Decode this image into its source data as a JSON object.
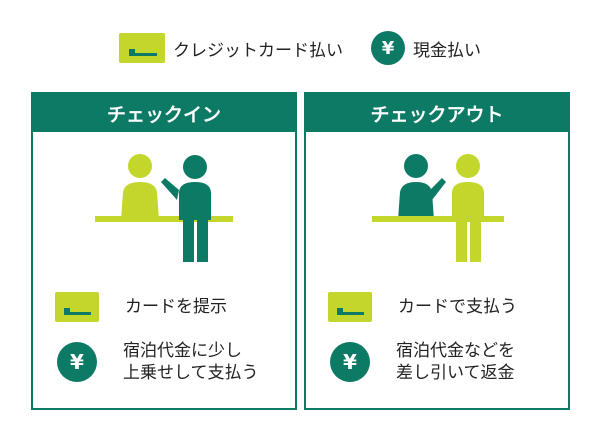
{
  "colors": {
    "green": "#0d7a66",
    "lime": "#c3d62b"
  },
  "legend": {
    "card": {
      "icon": "credit-card-icon",
      "label": "クレジットカード払い"
    },
    "cash": {
      "icon": "yen-coin-icon",
      "label": "現金払い"
    }
  },
  "checkin": {
    "title": "チェックイン",
    "card_text": "カードを提示",
    "cash_line1": "宿泊代金に少し",
    "cash_line2": "上乗せして支払う"
  },
  "checkout": {
    "title": "チェックアウト",
    "card_text": "カードで支払う",
    "cash_line1": "宿泊代金などを",
    "cash_line2": "差し引いて返金"
  },
  "yen_symbol": "¥"
}
